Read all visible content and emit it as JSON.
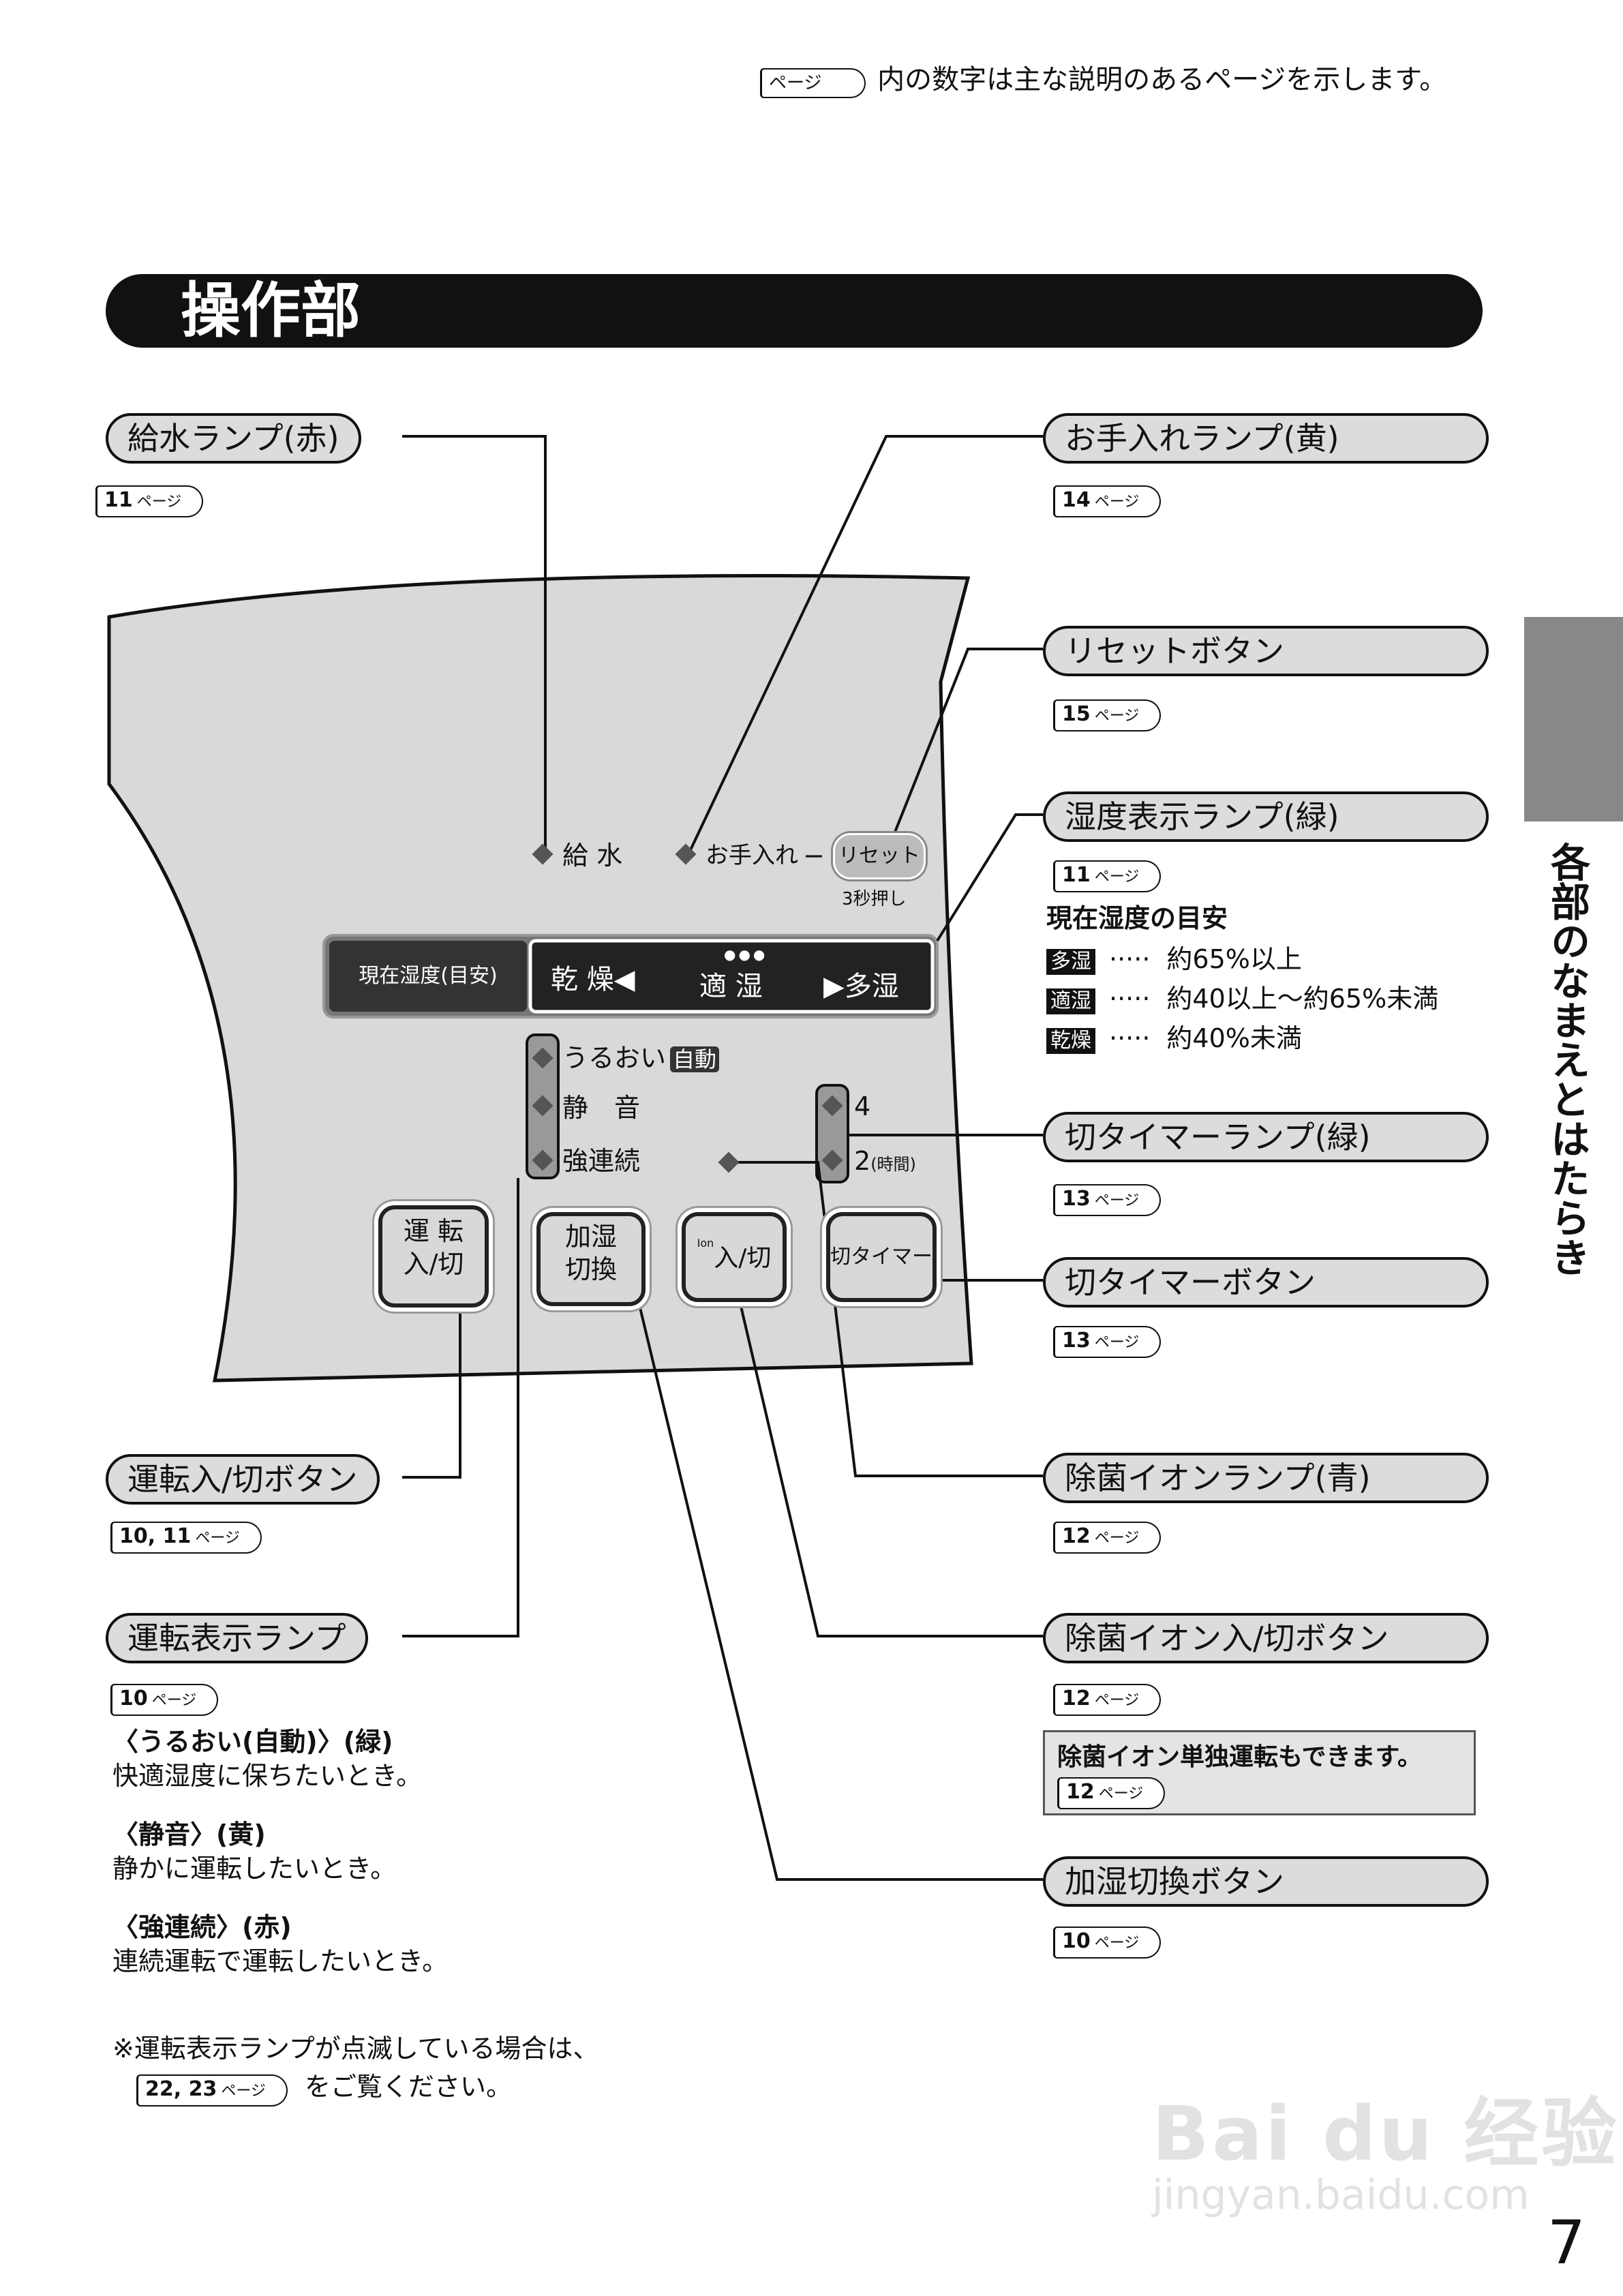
{
  "header_note": {
    "tag": "ページ",
    "text": "内の数字は主な説明のあるページを示します。"
  },
  "section_title": "操作部",
  "side_tab": "各部のなまえとはたらき",
  "page_number": "7",
  "watermark": {
    "logo": "Bai du 经验",
    "url": "jingyan.baidu.com"
  },
  "page_word": "ページ",
  "panel": {
    "water_lamp": "給 水",
    "care_lamp": "お手入れ",
    "dash": "−",
    "reset_button": "リセット",
    "reset_hint": "3秒押し",
    "humidity_label": "現在湿度(目安)",
    "hum_dry": "乾 燥◀",
    "hum_ok": "適 湿",
    "hum_dots": "●●●",
    "hum_wet": "▶多湿",
    "mode_uruoi": "うるおい",
    "mode_auto": "自動",
    "mode_quiet": "静　音",
    "mode_strong": "強連続",
    "timer_4": "4",
    "timer_2": "2",
    "timer_unit": "(時間)",
    "btn_power_1": "運 転",
    "btn_power_2": "入/切",
    "btn_humid_1": "加湿",
    "btn_humid_2": "切換",
    "btn_ion_label": "入/切",
    "btn_ion_icon": "Ion",
    "btn_timer": "切タイマー"
  },
  "callouts": {
    "water": {
      "label": "給水ランプ(赤)",
      "page": "11"
    },
    "care": {
      "label": "お手入れランプ(黄)",
      "page": "14"
    },
    "reset": {
      "label": "リセットボタン",
      "page": "15"
    },
    "humidity": {
      "label": "湿度表示ランプ(緑)",
      "page": "11"
    },
    "timer_lamp": {
      "label": "切タイマーランプ(緑)",
      "page": "13"
    },
    "timer_btn": {
      "label": "切タイマーボタン",
      "page": "13"
    },
    "ion_lamp": {
      "label": "除菌イオンランプ(青)",
      "page": "12"
    },
    "ion_btn": {
      "label": "除菌イオン入/切ボタン",
      "page": "12"
    },
    "humid_btn": {
      "label": "加湿切換ボタン",
      "page": "10"
    },
    "power": {
      "label": "運転入/切ボタン",
      "page": "10, 11"
    },
    "run_lamp": {
      "label": "運転表示ランプ",
      "page": "10"
    }
  },
  "humidity_guide": {
    "title": "現在湿度の目安",
    "rows": [
      {
        "tag": "多湿",
        "dots": "·····",
        "text": "約65%以上"
      },
      {
        "tag": "適湿",
        "dots": "·····",
        "text": "約40以上〜約65%未満"
      },
      {
        "tag": "乾燥",
        "dots": "·····",
        "text": "約40%未満"
      }
    ]
  },
  "ion_note": {
    "text": "除菌イオン単独運転もできます。",
    "page": "12"
  },
  "run_modes": [
    {
      "title": "〈うるおい(自動)〉(緑)",
      "desc": "快適湿度に保ちたいとき。"
    },
    {
      "title": "〈静音〉(黄)",
      "desc": "静かに運転したいとき。"
    },
    {
      "title": "〈強連続〉(赤)",
      "desc": "連続運転で運転したいとき。"
    }
  ],
  "blink_note": {
    "line1": "※運転表示ランプが点滅している場合は、",
    "page": "22, 23",
    "line2": "をご覧ください。"
  }
}
